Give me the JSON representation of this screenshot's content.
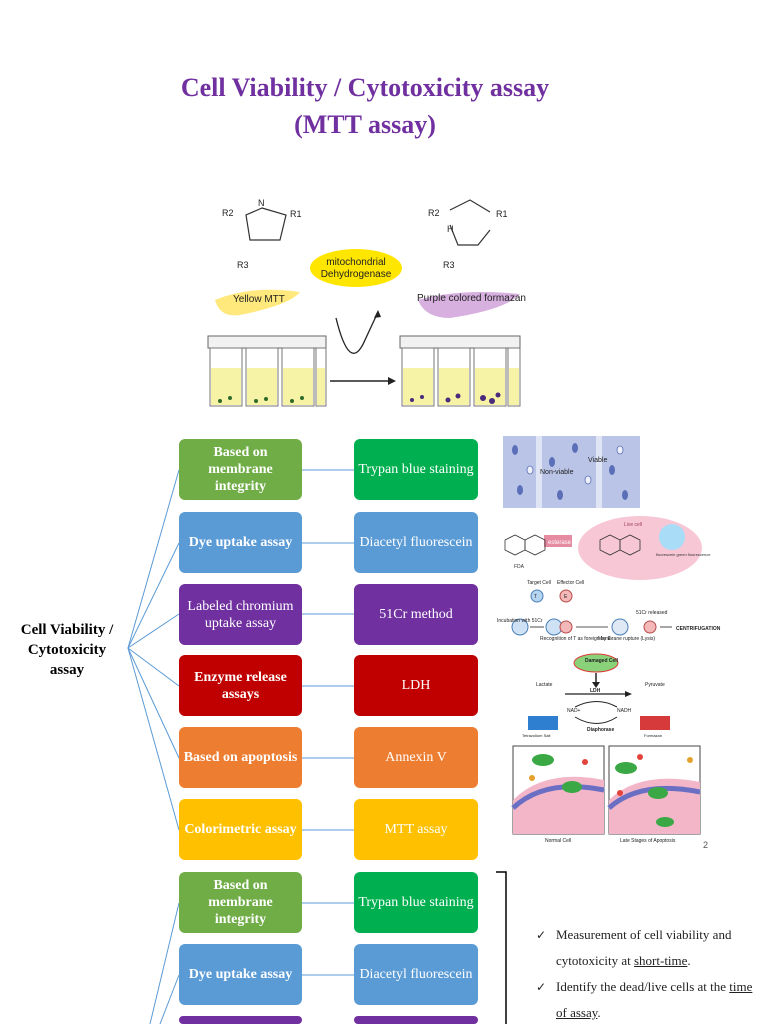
{
  "title": {
    "line1": "Cell Viability / Cytotoxicity assay",
    "line2": "(MTT assay)"
  },
  "reaction": {
    "enzyme_line1": "mitochondrial",
    "enzyme_line2": "Dehydrogenase",
    "left_label": "Yellow MTT",
    "right_label": "Purple colored formazan",
    "r1": "R1",
    "r2": "R2",
    "r3": "R3",
    "n": "N",
    "h": "H"
  },
  "root_label": {
    "line1": "Cell Viability /",
    "line2": "Cytotoxicity",
    "line3": "assay"
  },
  "categories": [
    {
      "label": "Based on membrane integrity",
      "method": "Trypan blue staining"
    },
    {
      "label": "Dye uptake assay",
      "method": "Diacetyl fluorescein"
    },
    {
      "label": "Labeled chromium uptake assay",
      "method": "51Cr method"
    },
    {
      "label": "Enzyme release assays",
      "method": "LDH"
    },
    {
      "label": "Based on apoptosis",
      "method": "Annexin V"
    },
    {
      "label": "Colorimetric assay",
      "method": "MTT  assay"
    }
  ],
  "second_block": [
    {
      "label": "Based on membrane integrity",
      "method": "Trypan blue staining"
    },
    {
      "label": "Dye uptake assay",
      "method": "Diacetyl fluorescein"
    }
  ],
  "images": {
    "trypan": {
      "viable": "Viable",
      "non_viable": "Non-viable"
    },
    "fda": {
      "left": "FDA",
      "right": "fluorescein green fluorescence",
      "esterase": "esterase",
      "live": "Live cell"
    },
    "cr": {
      "target": "Target Cell",
      "effector": "Effector Cell",
      "incubation": "Incubation with 51Cr",
      "recognition": "Recognition of T as foreign by E",
      "rupture": "Membrane rupture (Lysis)",
      "released": "51Cr released",
      "centrifugation": "CENTRIFUGATION",
      "t": "T",
      "e": "E"
    },
    "ldh": {
      "damaged": "Damaged Cell",
      "lactate": "Lactate",
      "pyruvate": "Pyruvate",
      "ldh": "LDH",
      "nad": "NAD+",
      "nadh": "NADH",
      "diaphorase": "Diaphorase",
      "tetrazolium": "Tetrazolium Salt",
      "formazan": "Formazan"
    },
    "apoptosis": {
      "normal": "Normal Cell",
      "late": "Late Stages of Apoptosis"
    }
  },
  "page_number": "2",
  "bullets": {
    "b1_pre": "Measurement of cell viability and cytotoxicity at ",
    "b1_u": "short-time",
    "b1_post": ".",
    "b2_pre": "Identify the dead/live cells at the ",
    "b2_u": "time of assay",
    "b2_post": "."
  }
}
